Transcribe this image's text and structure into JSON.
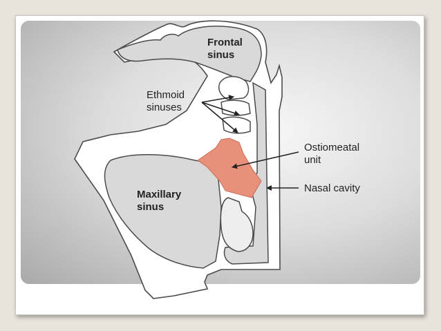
{
  "labels": {
    "frontal_sinus": [
      "Frontal",
      "sinus"
    ],
    "ethmoid_sinuses": [
      "Ethmoid",
      "sinuses"
    ],
    "ostiomeatal_unit": [
      "Ostiomeatal",
      "unit"
    ],
    "nasal_cavity": "Nasal cavity",
    "maxillary_sinus": [
      "Maxillary",
      "sinus"
    ]
  },
  "colors": {
    "background": "#e9e4dc",
    "panel_light": "#f7f7f7",
    "panel_dark": "#a9a9a9",
    "outline": "#4a4a4a",
    "sinus_fill": "#d9d9d9",
    "cavity_fill": "#eeeeee",
    "ostiomeatal_fill": "#e8907a"
  }
}
